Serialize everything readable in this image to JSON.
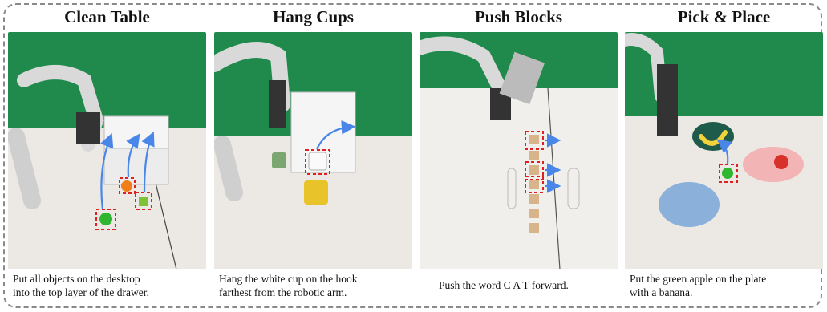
{
  "panels": [
    {
      "title": "Clean Table",
      "caption_lines": [
        "Put all objects on the desktop",
        "into the top layer of the drawer."
      ]
    },
    {
      "title": "Hang Cups",
      "caption_lines": [
        "Hang the white cup on the hook",
        "farthest from the robotic arm."
      ]
    },
    {
      "title": "Push Blocks",
      "caption_lines": [
        "Push the word C A T forward."
      ]
    },
    {
      "title": "Pick & Place",
      "caption_lines": [
        "Put the green apple on the plate",
        "with a banana."
      ]
    }
  ],
  "colors": {
    "highlight_box": "#e02020",
    "arrow": "#4a86e8",
    "backdrop": "#1f8a4c",
    "table": "#ece9e4"
  }
}
